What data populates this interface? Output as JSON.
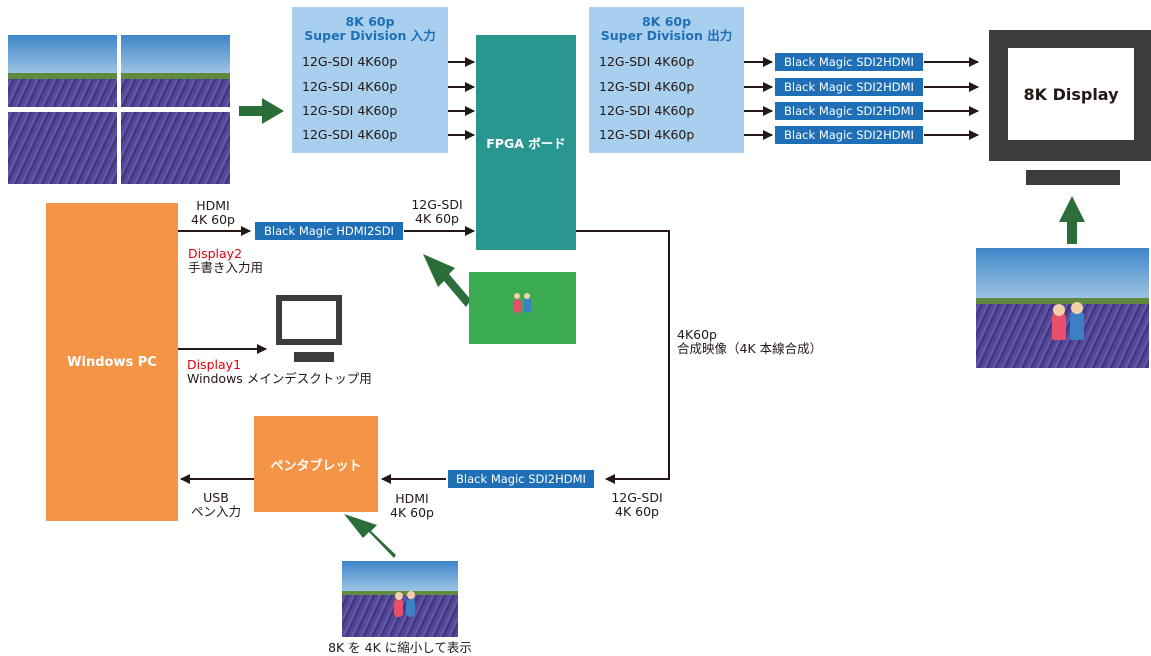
{
  "sdi_in": {
    "title_line1": "8K 60p",
    "title_line2": "Super Division 入力",
    "rows": [
      "12G-SDI 4K60p",
      "12G-SDI 4K60p",
      "12G-SDI 4K60p",
      "12G-SDI 4K60p"
    ]
  },
  "sdi_out": {
    "title_line1": "8K 60p",
    "title_line2": "Super Division 出力",
    "rows": [
      "12G-SDI 4K60p",
      "12G-SDI 4K60p",
      "12G-SDI 4K60p",
      "12G-SDI 4K60p"
    ]
  },
  "converters_right": [
    "Black Magic SDI2HDMI",
    "Black Magic SDI2HDMI",
    "Black Magic SDI2HDMI",
    "Black Magic SDI2HDMI"
  ],
  "display_8k": "8K Display",
  "fpga": "FPGA ボード",
  "pc": "Windows PC",
  "hdmi_out": {
    "line1": "HDMI",
    "line2": "4K 60p"
  },
  "hdmi2sdi": "Black Magic HDMI2SDI",
  "sdi_in_pc": {
    "line1": "12G-SDI",
    "line2": "4K 60p"
  },
  "display2": {
    "label": "Display2",
    "desc": "手書き入力用"
  },
  "display1": {
    "label": "Display1",
    "desc": "Windows メインデスクトップ用"
  },
  "composite": {
    "line1": "4K60p",
    "line2": "合成映像（4K 本線合成）"
  },
  "sdi2hdmi_bottom": "Black Magic SDI2HDMI",
  "sdi_bottom": {
    "line1": "12G-SDI",
    "line2": "4K 60p"
  },
  "hdmi_bottom": {
    "line1": "HDMI",
    "line2": "4K 60p"
  },
  "tablet": "ペンタブレット",
  "usb": {
    "line1": "USB",
    "line2": "ペン入力"
  },
  "caption_bottom": "8K を 4K に縮小して表示",
  "colors": {
    "blue_box": "#a9cfee",
    "converter": "#1f6fb7",
    "fpga": "#2a9690",
    "orange": "#f39447",
    "green_arrow": "#2b6e3a",
    "monitor": "#3c3c3c"
  }
}
